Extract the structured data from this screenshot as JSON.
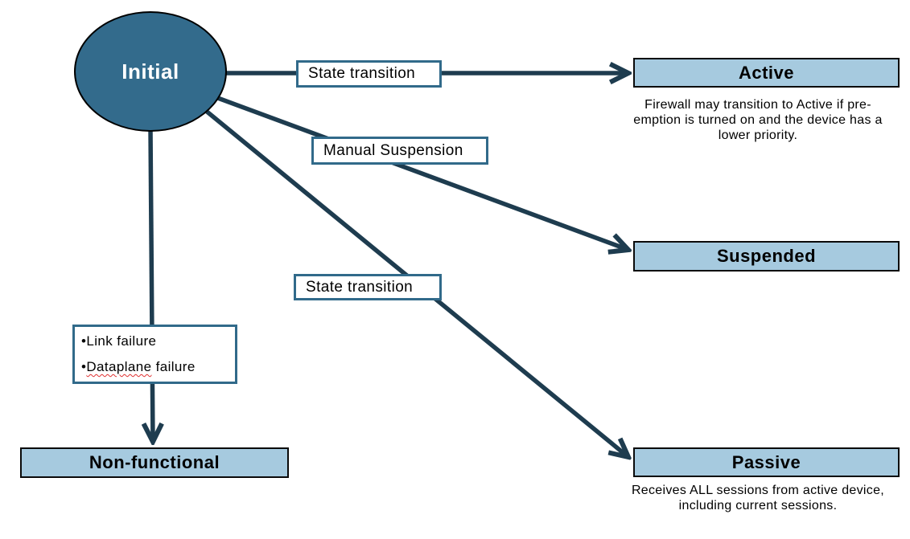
{
  "nodes": {
    "initial": {
      "label": "Initial"
    },
    "active": {
      "label": "Active"
    },
    "suspended": {
      "label": "Suspended"
    },
    "passive": {
      "label": "Passive"
    },
    "non_functional": {
      "label": "Non-functional"
    }
  },
  "edge_labels": {
    "to_active": "State transition",
    "to_suspended": "Manual Suspension",
    "to_passive": "State transition"
  },
  "failure_box": {
    "bullet": "•",
    "item1": "Link failure",
    "item2_word": "Dataplane",
    "item2_rest": " failure"
  },
  "notes": {
    "active_line1": "Firewall may transition to Active if pre-",
    "active_line2": "emption is turned on and the device has a",
    "active_line3": "lower priority.",
    "passive_line1": "Receives ALL sessions from active device,",
    "passive_line2": "including current sessions."
  },
  "colors": {
    "initial_node_fill": "#336b8c",
    "state_box_fill": "#a6cadf",
    "arrow_stroke": "#1e3c4f",
    "edge_label_border": "#316a8a",
    "spellcheck_underline": "#e03030",
    "box_border": "#0a0a0a"
  }
}
